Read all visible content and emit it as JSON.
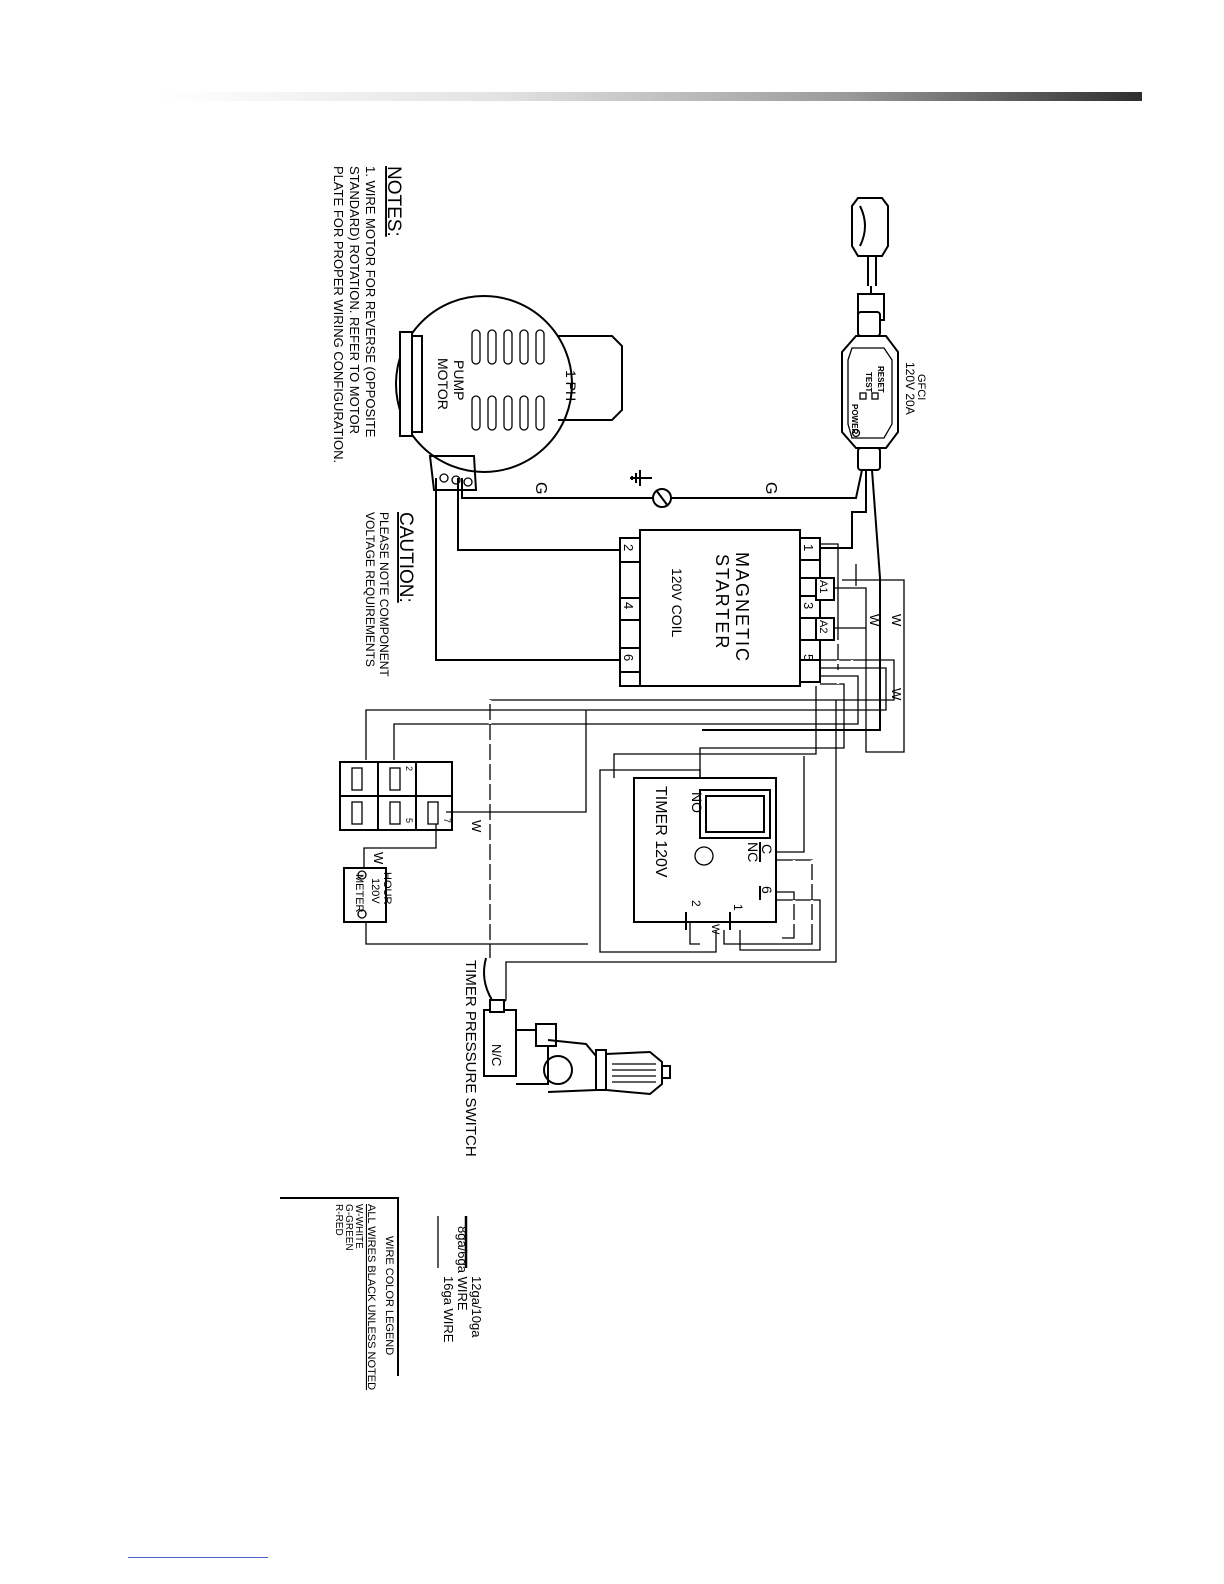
{
  "notes": {
    "title": "NOTES:",
    "lines": [
      "1.  WIRE MOTOR FOR REVERSE (OPPOSITE",
      "     STANDARD) ROTATION. REFER TO MOTOR",
      "     PLATE FOR PROPER WIRING CONFIGURATION."
    ]
  },
  "caution": {
    "title": "CAUTION:",
    "lines": [
      "PLEASE NOTE COMPONENT",
      "VOLTAGE REQUIREMENTS"
    ]
  },
  "gfci": {
    "label_line1": "GFCI",
    "label_line2": "120V  20A",
    "reset": "RESET",
    "test": "TEST",
    "power": "POWER"
  },
  "motor": {
    "phase": "1 PH",
    "line1": "PUMP",
    "line2": "MOTOR"
  },
  "magnetic_starter": {
    "line1": "MAGNETIC",
    "line2": "STARTER",
    "coil": "120V  COIL",
    "terminals_top": [
      "1",
      "A1",
      "3",
      "A2",
      "5"
    ],
    "terminals_bottom": [
      "2",
      "4",
      "6"
    ]
  },
  "wires": {
    "ground": "G",
    "white": "W"
  },
  "relay": {
    "terminal_2": "2",
    "terminal_5": "5",
    "terminal_7": "7"
  },
  "hour_meter": {
    "line1": "HOUR",
    "line2": "120V",
    "line3": "METER"
  },
  "timer": {
    "label": "TIMER 120V",
    "no": "NO",
    "c": "C",
    "nc": "NC",
    "t6": "6",
    "t1": "1",
    "t2": "2"
  },
  "pressure_switch": {
    "label": "TIMER PRESSURE SWITCH",
    "nc": "N/C"
  },
  "wire_gauge_legend": {
    "heavy": "12ga/10ga",
    "heavy2": "8ga/6ga  WIRE",
    "light": "16ga  WIRE"
  },
  "wire_color_legend": {
    "title": "WIRE  COLOR  LEGEND",
    "subtitle": "ALL WIRES BLACK UNLESS NOTED",
    "items": [
      "W-WHITE",
      "G-GREEN",
      "R-RED"
    ]
  }
}
